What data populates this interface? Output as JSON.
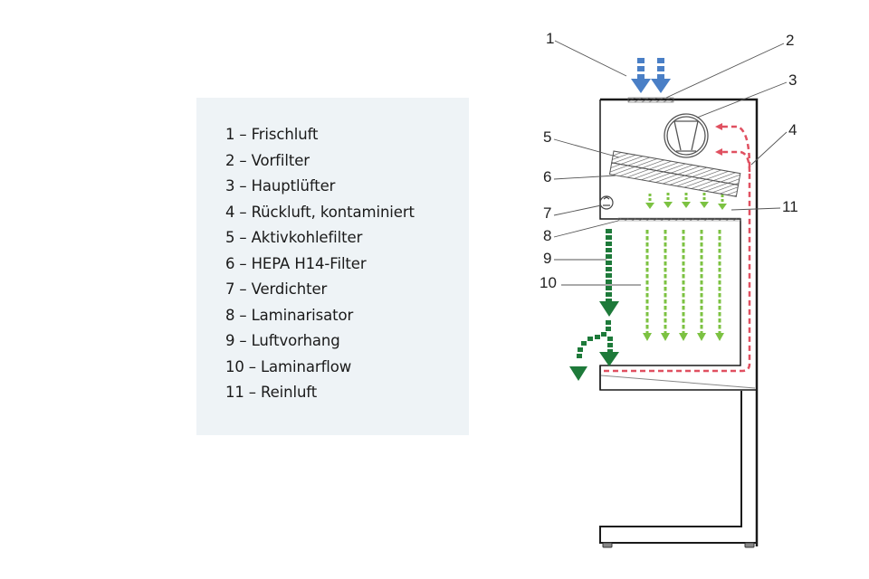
{
  "legend": {
    "items": [
      {
        "number": "1",
        "label": "Frischluft"
      },
      {
        "number": "2",
        "label": "Vorfilter"
      },
      {
        "number": "3",
        "label": "Hauptlüfter"
      },
      {
        "number": "4",
        "label": "Rückluft, kontaminiert"
      },
      {
        "number": "5",
        "label": "Aktivkohlefilter"
      },
      {
        "number": "6",
        "label": "HEPA H14-Filter"
      },
      {
        "number": "7",
        "label": "Verdichter"
      },
      {
        "number": "8",
        "label": "Laminarisator"
      },
      {
        "number": "9",
        "label": "Luftvorhang"
      },
      {
        "number": "10",
        "label": "Laminarflow"
      },
      {
        "number": "11",
        "label": "Reinluft"
      }
    ],
    "separator": "–"
  },
  "diagram": {
    "callouts": [
      "1",
      "2",
      "3",
      "4",
      "5",
      "6",
      "7",
      "8",
      "9",
      "10",
      "11"
    ],
    "colors": {
      "fresh_air": "#4a7fc6",
      "contaminated_return_air": "#e05060",
      "clean_air": "#7cc242",
      "air_curtain": "#1e7a3a",
      "outline": "#1a1a1a",
      "legend_background": "#eef3f6"
    }
  }
}
